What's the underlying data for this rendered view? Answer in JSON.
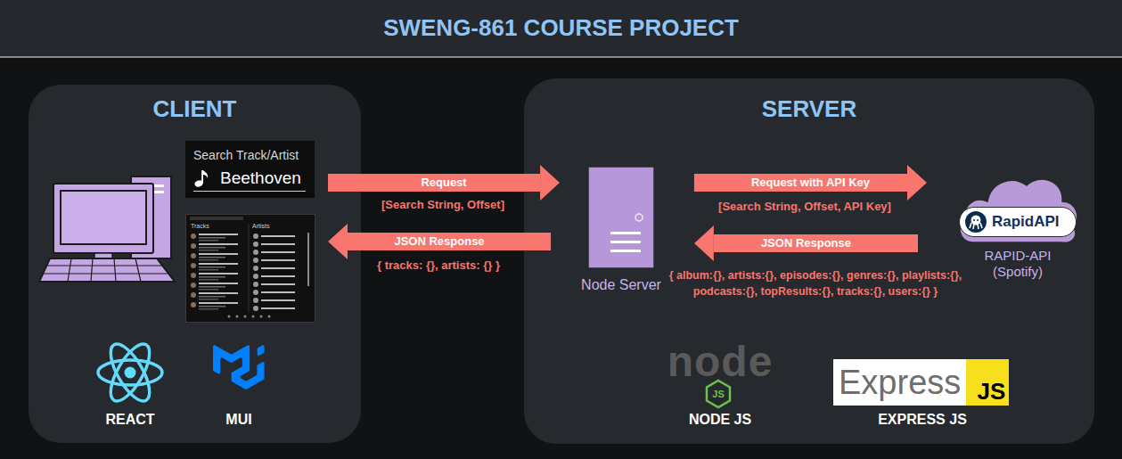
{
  "diagram": {
    "title": "SWENG-861 COURSE PROJECT",
    "nodes": [
      {
        "text": [
          "CLIENT"
        ]
      },
      {
        "text": [
          "Search Track/Artist",
          "Beethoven"
        ],
        "in": 0
      },
      {
        "text": [
          "Tracks",
          "Artists"
        ],
        "in": 0
      },
      {
        "text": [
          "SERVER"
        ]
      },
      {
        "text": [
          "Node Server"
        ],
        "in": 3
      },
      {
        "text": [
          "RapidAPI",
          "RAPID-API (Spotify)"
        ],
        "in": 3
      }
    ],
    "edges": [
      {
        "from": 1,
        "to": 4,
        "label": "Request",
        "arrow": "to"
      },
      {
        "from": 4,
        "to": 2,
        "label": "JSON Response",
        "arrow": "to"
      },
      {
        "from": 4,
        "to": 5,
        "label": "Request with API Key",
        "arrow": "to"
      },
      {
        "from": 5,
        "to": 4,
        "label": "JSON Response",
        "arrow": "to"
      }
    ],
    "labels": [
      "[Search String, Offset]",
      "{ tracks: {}, artists: {} }",
      "[Search String, Offset, API Key]",
      "{ album:{}, artists:{}, episodes:{}, genres:{}, playlists:{}, podcasts:{}, topResults:{}, tracks:{}, users:{} }",
      "REACT",
      "MUI",
      "node",
      "JS",
      "NODE JS",
      "Express",
      "JS",
      "EXPRESS JS"
    ]
  }
}
